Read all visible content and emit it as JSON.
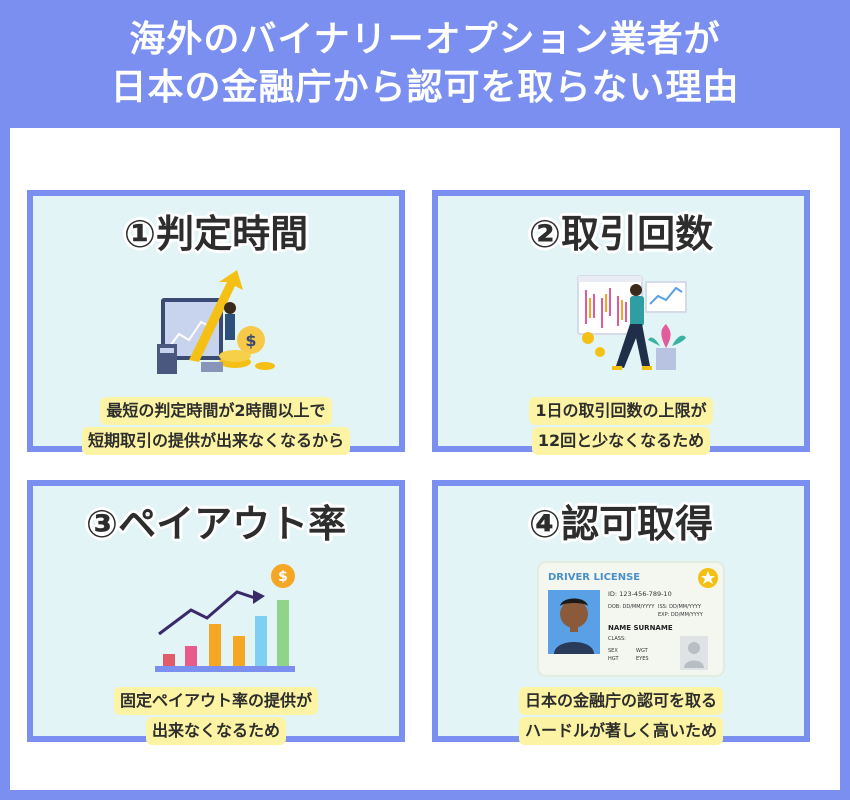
{
  "header": {
    "line1": "海外のバイナリーオプション業者が",
    "line2": "日本の金融庁から認可を取らない理由"
  },
  "cards": [
    {
      "title": "①判定時間",
      "caption": [
        "最短の判定時間が2時間以上で",
        "短期取引の提供が出来なくなるから"
      ]
    },
    {
      "title": "②取引回数",
      "caption": [
        "1日の取引回数の上限が",
        "12回と少なくなるため"
      ]
    },
    {
      "title": "③ペイアウト率",
      "caption": [
        "固定ペイアウト率の提供が",
        "出来なくなるため"
      ]
    },
    {
      "title": "④認可取得",
      "caption": [
        "日本の金融庁の認可を取る",
        "ハードルが著しく高いため"
      ]
    }
  ],
  "license": {
    "heading": "DRIVER LICENSE",
    "id": "ID: 123-456-789-10",
    "dob": "DOB: DD/MM/YYYY",
    "iss": "ISS: DD/MM/YYYY",
    "exp": "EXP: DD/MM/YYYY",
    "name": "NAME SURNAME",
    "class": "CLASS:",
    "sex": "SEX",
    "wgt": "WGT",
    "hgt": "HGT",
    "eyes": "EYES"
  },
  "colors": {
    "frame": "#7a8ff0",
    "card_bg": "#e3f4f7",
    "highlight": "#fcf4a4",
    "title_text": "#2d2d2d"
  },
  "icons": [
    "chart-arrow-icon",
    "trader-phone-icon",
    "bar-chart-icon",
    "license-card-icon"
  ]
}
